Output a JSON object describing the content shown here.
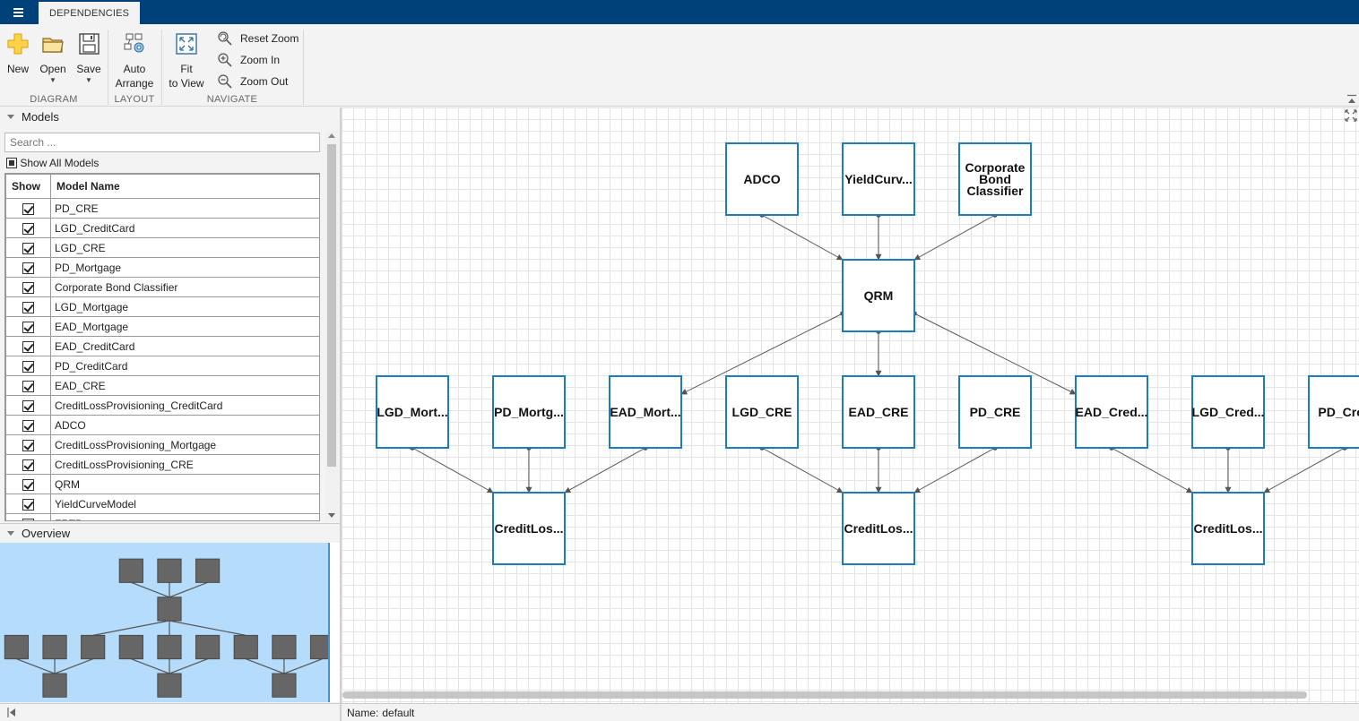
{
  "topbar": {
    "tab_label": "DEPENDENCIES"
  },
  "toolstrip": {
    "new_label": "New",
    "open_label": "Open",
    "save_label": "Save",
    "auto_label_1": "Auto",
    "auto_label_2": "Arrange",
    "fit_label_1": "Fit",
    "fit_label_2": "to View",
    "reset_zoom_label": "Reset Zoom",
    "zoom_in_label": "Zoom In",
    "zoom_out_label": "Zoom Out",
    "group_diagram": "DIAGRAM",
    "group_layout": "LAYOUT",
    "group_navigate": "NAVIGATE"
  },
  "models_panel": {
    "title": "Models",
    "search_placeholder": "Search ...",
    "show_all_label": "Show All Models",
    "col_show": "Show",
    "col_model_name": "Model Name",
    "rows": [
      {
        "name": "PD_CRE",
        "shown": true
      },
      {
        "name": "LGD_CreditCard",
        "shown": true
      },
      {
        "name": "LGD_CRE",
        "shown": true
      },
      {
        "name": "PD_Mortgage",
        "shown": true
      },
      {
        "name": "Corporate Bond Classifier",
        "shown": true
      },
      {
        "name": "LGD_Mortgage",
        "shown": true
      },
      {
        "name": "EAD_Mortgage",
        "shown": true
      },
      {
        "name": "EAD_CreditCard",
        "shown": true
      },
      {
        "name": "PD_CreditCard",
        "shown": true
      },
      {
        "name": "EAD_CRE",
        "shown": true
      },
      {
        "name": "CreditLossProvisioning_CreditCard",
        "shown": true
      },
      {
        "name": "ADCO",
        "shown": true
      },
      {
        "name": "CreditLossProvisioning_Mortgage",
        "shown": true
      },
      {
        "name": "CreditLossProvisioning_CRE",
        "shown": true
      },
      {
        "name": "QRM",
        "shown": true
      },
      {
        "name": "YieldCurveModel",
        "shown": true
      },
      {
        "name": "FRTB",
        "shown": false
      }
    ]
  },
  "overview_panel": {
    "title": "Overview"
  },
  "diagram": {
    "nodes": [
      {
        "id": "adco",
        "label_lines": [
          "ADCO"
        ]
      },
      {
        "id": "yield",
        "label_lines": [
          "YieldCurv..."
        ]
      },
      {
        "id": "corp",
        "label_lines": [
          "Corporate",
          "Bond",
          "Classifier"
        ]
      },
      {
        "id": "qrm",
        "label_lines": [
          "QRM"
        ]
      },
      {
        "id": "lgdm",
        "label_lines": [
          "LGD_Mort..."
        ]
      },
      {
        "id": "pdm",
        "label_lines": [
          "PD_Mortg..."
        ]
      },
      {
        "id": "eadm",
        "label_lines": [
          "EAD_Mort..."
        ]
      },
      {
        "id": "lgdcre",
        "label_lines": [
          "LGD_CRE"
        ]
      },
      {
        "id": "eadcre",
        "label_lines": [
          "EAD_CRE"
        ]
      },
      {
        "id": "pdcre",
        "label_lines": [
          "PD_CRE"
        ]
      },
      {
        "id": "eadc",
        "label_lines": [
          "EAD_Cred..."
        ]
      },
      {
        "id": "lgdc",
        "label_lines": [
          "LGD_Cred..."
        ]
      },
      {
        "id": "pdc",
        "label_lines": [
          "PD_Cred"
        ]
      },
      {
        "id": "clm",
        "label_lines": [
          "CreditLos..."
        ]
      },
      {
        "id": "clcre",
        "label_lines": [
          "CreditLos..."
        ]
      },
      {
        "id": "clc",
        "label_lines": [
          "CreditLos..."
        ]
      }
    ],
    "edges": [
      [
        "adco",
        "qrm"
      ],
      [
        "yield",
        "qrm"
      ],
      [
        "corp",
        "qrm"
      ],
      [
        "qrm",
        "eadm"
      ],
      [
        "qrm",
        "eadcre"
      ],
      [
        "qrm",
        "eadc"
      ],
      [
        "lgdm",
        "clm"
      ],
      [
        "pdm",
        "clm"
      ],
      [
        "eadm",
        "clm"
      ],
      [
        "lgdcre",
        "clcre"
      ],
      [
        "eadcre",
        "clcre"
      ],
      [
        "pdcre",
        "clcre"
      ],
      [
        "eadc",
        "clc"
      ],
      [
        "lgdc",
        "clc"
      ],
      [
        "pdc",
        "clc"
      ]
    ]
  },
  "status": {
    "name_label": "Name:",
    "name_value": "default"
  },
  "colors": {
    "brand": "#004179",
    "node_border": "#1f7bc0",
    "overview_bg": "#b5dcfb"
  }
}
